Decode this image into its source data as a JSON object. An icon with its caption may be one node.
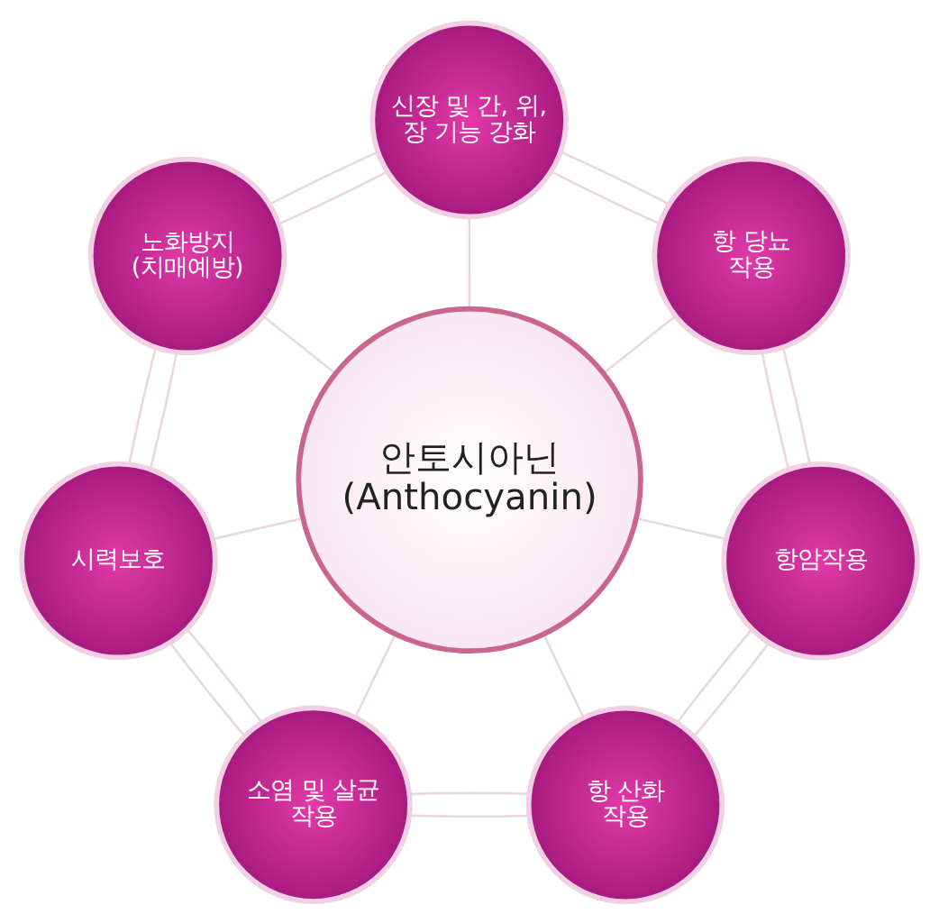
{
  "diagram": {
    "nodes": [
      {
        "text": [
          "신장 및 간, 위, 장 기능 강화"
        ]
      },
      {
        "text": [
          "노화방지 (치매예방)"
        ]
      },
      {
        "text": [
          "항 당뇨 작용"
        ]
      },
      {
        "text": [
          "안토시아닌 (Anthocyanin)"
        ]
      },
      {
        "text": [
          "시력보호"
        ]
      },
      {
        "text": [
          "항암작용"
        ]
      },
      {
        "text": [
          "소염 및 살균 작용"
        ]
      },
      {
        "text": [
          "항 산화 작용"
        ]
      }
    ],
    "edges": [
      {
        "from": 0,
        "to": 3,
        "arrow": "none"
      },
      {
        "from": 2,
        "to": 3,
        "arrow": "none"
      },
      {
        "from": 5,
        "to": 3,
        "arrow": "none"
      },
      {
        "from": 7,
        "to": 3,
        "arrow": "none"
      },
      {
        "from": 6,
        "to": 3,
        "arrow": "none"
      },
      {
        "from": 4,
        "to": 3,
        "arrow": "none"
      },
      {
        "from": 1,
        "to": 3,
        "arrow": "none"
      },
      {
        "from": 0,
        "to": 2,
        "arrow": "none"
      },
      {
        "from": 2,
        "to": 5,
        "arrow": "none"
      },
      {
        "from": 5,
        "to": 7,
        "arrow": "none"
      },
      {
        "from": 7,
        "to": 6,
        "arrow": "none"
      },
      {
        "from": 6,
        "to": 4,
        "arrow": "none"
      },
      {
        "from": 4,
        "to": 1,
        "arrow": "none"
      },
      {
        "from": 1,
        "to": 0,
        "arrow": "none"
      },
      {
        "from": 0,
        "to": 2,
        "arrow": "none"
      },
      {
        "from": 2,
        "to": 5,
        "arrow": "none"
      },
      {
        "from": 5,
        "to": 7,
        "arrow": "none"
      },
      {
        "from": 7,
        "to": 6,
        "arrow": "none"
      },
      {
        "from": 6,
        "to": 4,
        "arrow": "none"
      },
      {
        "from": 4,
        "to": 1,
        "arrow": "none"
      },
      {
        "from": 1,
        "to": 0,
        "arrow": "none"
      }
    ]
  }
}
